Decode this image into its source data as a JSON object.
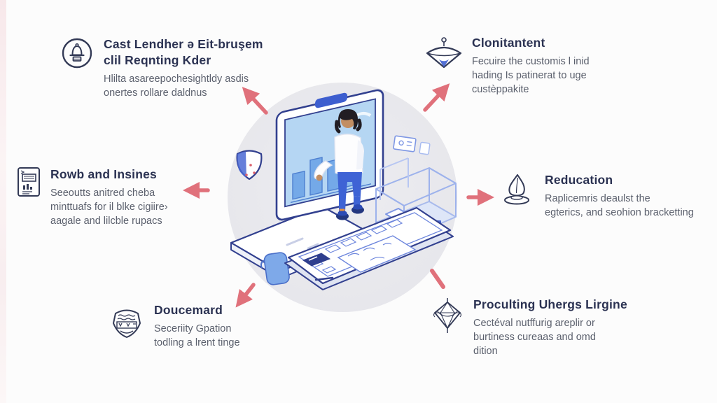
{
  "figure": {
    "kind": "infographic-diagram",
    "arrow_color": "#e0717b",
    "circle_color": "#e9e9ee",
    "title_color": "#2b3252",
    "desc_color": "#5b606d"
  },
  "sections": [
    {
      "position": "top-left",
      "icon": "bell-circle-icon",
      "title": "Cast Lendher ə Eit-bruşem\nclil Reqnting Kder",
      "desc": "Hlilta asareepochesightldy asdis\nonertes rollare daldnus"
    },
    {
      "position": "top-right",
      "icon": "funnel-top-icon",
      "title": "Clonitantent",
      "desc": "Fecuire the customis l inid\nhading Is patinerat to uge\ncustèppakite"
    },
    {
      "position": "middle-left",
      "icon": "report-document-icon",
      "title": "Rowb and Insines",
      "desc": "Seeoutts anitred cheba\nminttuafs for il blke cigiire›\naagale and lilcble rupacs"
    },
    {
      "position": "middle-right",
      "icon": "flame-dish-icon",
      "title": "Reducation",
      "desc": "Raplicemris deaulst the\negterics, and seohion bracketting"
    },
    {
      "position": "bottom-left",
      "icon": "badge-icon",
      "title": "Doucemard",
      "desc": "Seceriity Gpation\ntodling a lrent tinge"
    },
    {
      "position": "bottom-right",
      "icon": "diamond-prism-icon",
      "title": "Proculting Uhergs Lirgine",
      "desc": "Cectéval nutffurig areplir or\nburtiness cureaas and omd\ndition"
    }
  ]
}
